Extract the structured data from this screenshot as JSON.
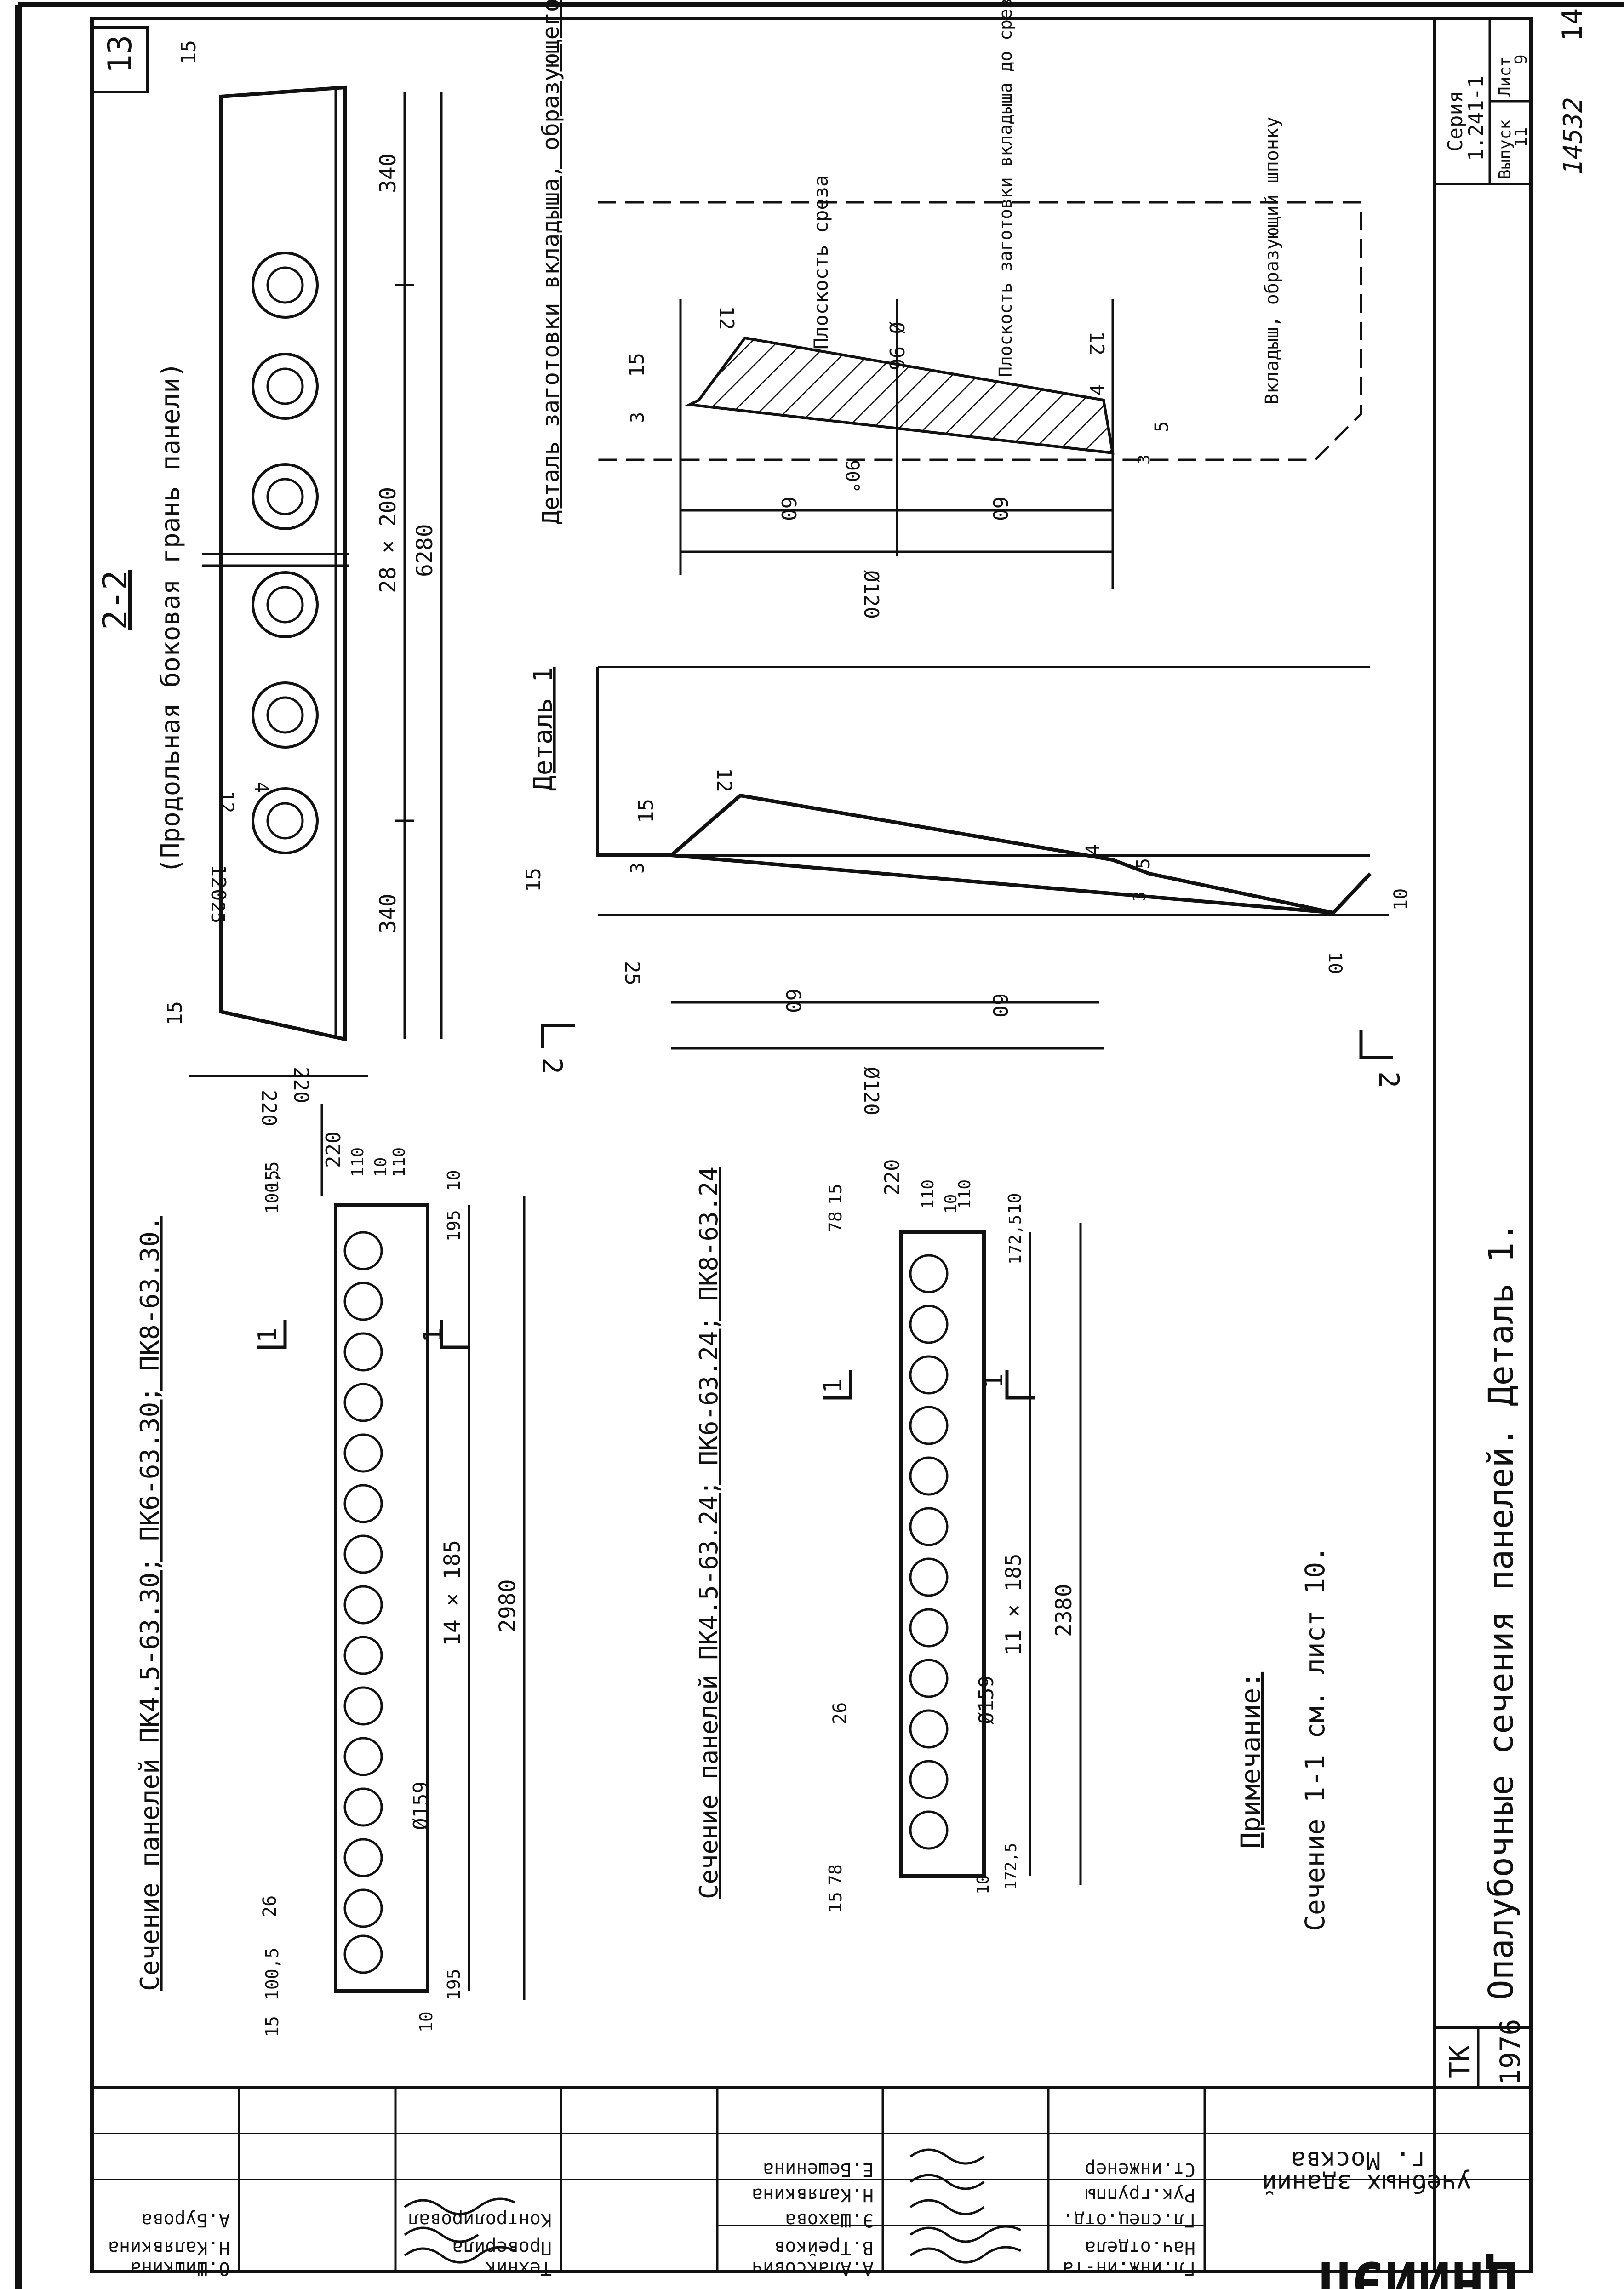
{
  "sheet_number": "13",
  "sheet_number_corner": "14",
  "inventory_number": "14532",
  "colors": {
    "ink": "#111111",
    "paper": "#ffffff"
  },
  "view_2_2": {
    "title": "2-2",
    "subtitle": "(Продольная боковая грань панели)",
    "dims": [
      "15",
      "340",
      "28 × 200",
      "6280",
      "340",
      "120",
      "25",
      "4",
      "12",
      "15",
      "220"
    ]
  },
  "detail_insert": {
    "title": "Деталь заготовки вкладыша, образующего шпонку.",
    "labels": [
      "Плоскость среза",
      "Плоскость заготовки вкладыша до среза",
      "Вкладыш, образующий шпонку"
    ],
    "dims": [
      "12",
      "15",
      "3",
      "Ø 96",
      "12",
      "4",
      "5",
      "3",
      "90°",
      "60",
      "60",
      "Ø120"
    ]
  },
  "detail_1": {
    "title": "Деталь 1",
    "dims": [
      "12",
      "15",
      "15",
      "3",
      "4",
      "5",
      "3",
      "10",
      "10",
      "25",
      "60",
      "60",
      "Ø120"
    ]
  },
  "section_a": {
    "title": "Сечение панелей ПК4.5-63.30; ПК6-63.30; ПК8-63.30.",
    "dims": [
      "100,5",
      "15",
      "195",
      "10",
      "10",
      "110",
      "110",
      "220",
      "220",
      "14 × 185",
      "2980",
      "Ø159",
      "26",
      "100,5",
      "195",
      "15",
      "10"
    ],
    "cut_marks": [
      "1",
      "1"
    ]
  },
  "section_b": {
    "title": "Сечение панелей ПК4.5-63.24; ПК6-63.24; ПК8-63.24",
    "dims": [
      "78",
      "15",
      "172,5",
      "10",
      "10",
      "110",
      "110",
      "220",
      "11 × 185",
      "2380",
      "Ø159",
      "26",
      "78",
      "172,5",
      "15",
      "10"
    ],
    "cut_marks": [
      "1",
      "1"
    ]
  },
  "cut_marks_2": [
    "2",
    "2"
  ],
  "note": {
    "heading": "Примечание:",
    "text": "Сечение 1-1 см. лист 10."
  },
  "drawing_title": "Опалубочные сечения панелей. Деталь 1.",
  "title_block": {
    "series_label": "Серия",
    "series_value": "1.241-1",
    "issue_label": "Выпуск",
    "issue_value": "11",
    "sheet_label": "Лист",
    "sheet_value": "9",
    "doc_type": "ТК",
    "year": "1976",
    "org_logo": "ЦНИИЭП",
    "org_name": "учебных зданий",
    "city": "г. Москва",
    "roles": [
      "Гл.инж.ин-та",
      "Нач.отдела",
      "Гл.спец.отд.",
      "Рук.группы",
      "Ст.инженер"
    ],
    "names": [
      "А.Алаксович",
      "В.Трейков",
      "Э.Шахова",
      "Н.Калявкина",
      "Е.Бешенина"
    ],
    "roles2": [
      "Техник",
      "Проверила",
      "Контролировал"
    ],
    "names2": [
      "О.Шишкина",
      "Н.Калявкина",
      "А.Бурова"
    ]
  }
}
